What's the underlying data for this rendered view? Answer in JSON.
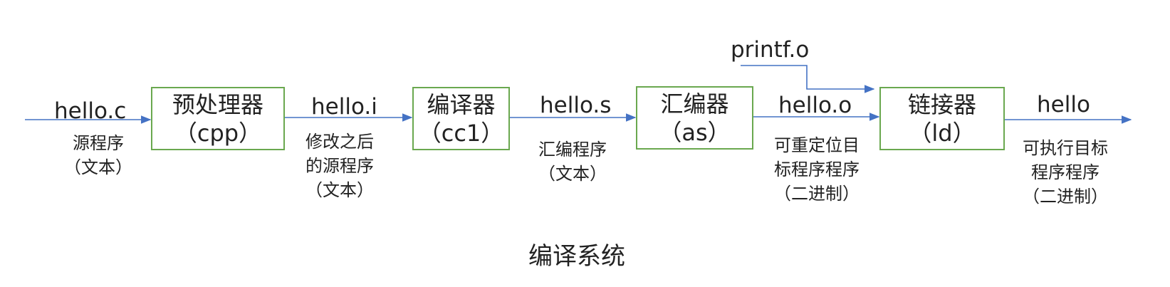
{
  "colors": {
    "arrow": "#4472c4",
    "box_border": "#6aa84f",
    "text": "#222222"
  },
  "title": "编译系统",
  "boxes": [
    {
      "name": "预处理器",
      "sub": "（cpp）"
    },
    {
      "name": "编译器",
      "sub": "（cc1）"
    },
    {
      "name": "汇编器",
      "sub": "（as）"
    },
    {
      "name": "链接器",
      "sub": "（ld）"
    }
  ],
  "flows": [
    {
      "label": "hello.c",
      "desc": [
        "源程序",
        "（文本）"
      ]
    },
    {
      "label": "hello.i",
      "desc": [
        "修改之后",
        "的源程序",
        "（文本）"
      ]
    },
    {
      "label": "hello.s",
      "desc": [
        "汇编程序",
        "（文本）"
      ]
    },
    {
      "label": "hello.o",
      "desc": [
        "可重定位目",
        "标程序程序",
        "（二进制）"
      ]
    },
    {
      "label": "hello",
      "desc": [
        "可执行目标",
        "程序程序",
        "（二进制）"
      ]
    }
  ],
  "extra_input": {
    "label": "printf.o"
  }
}
